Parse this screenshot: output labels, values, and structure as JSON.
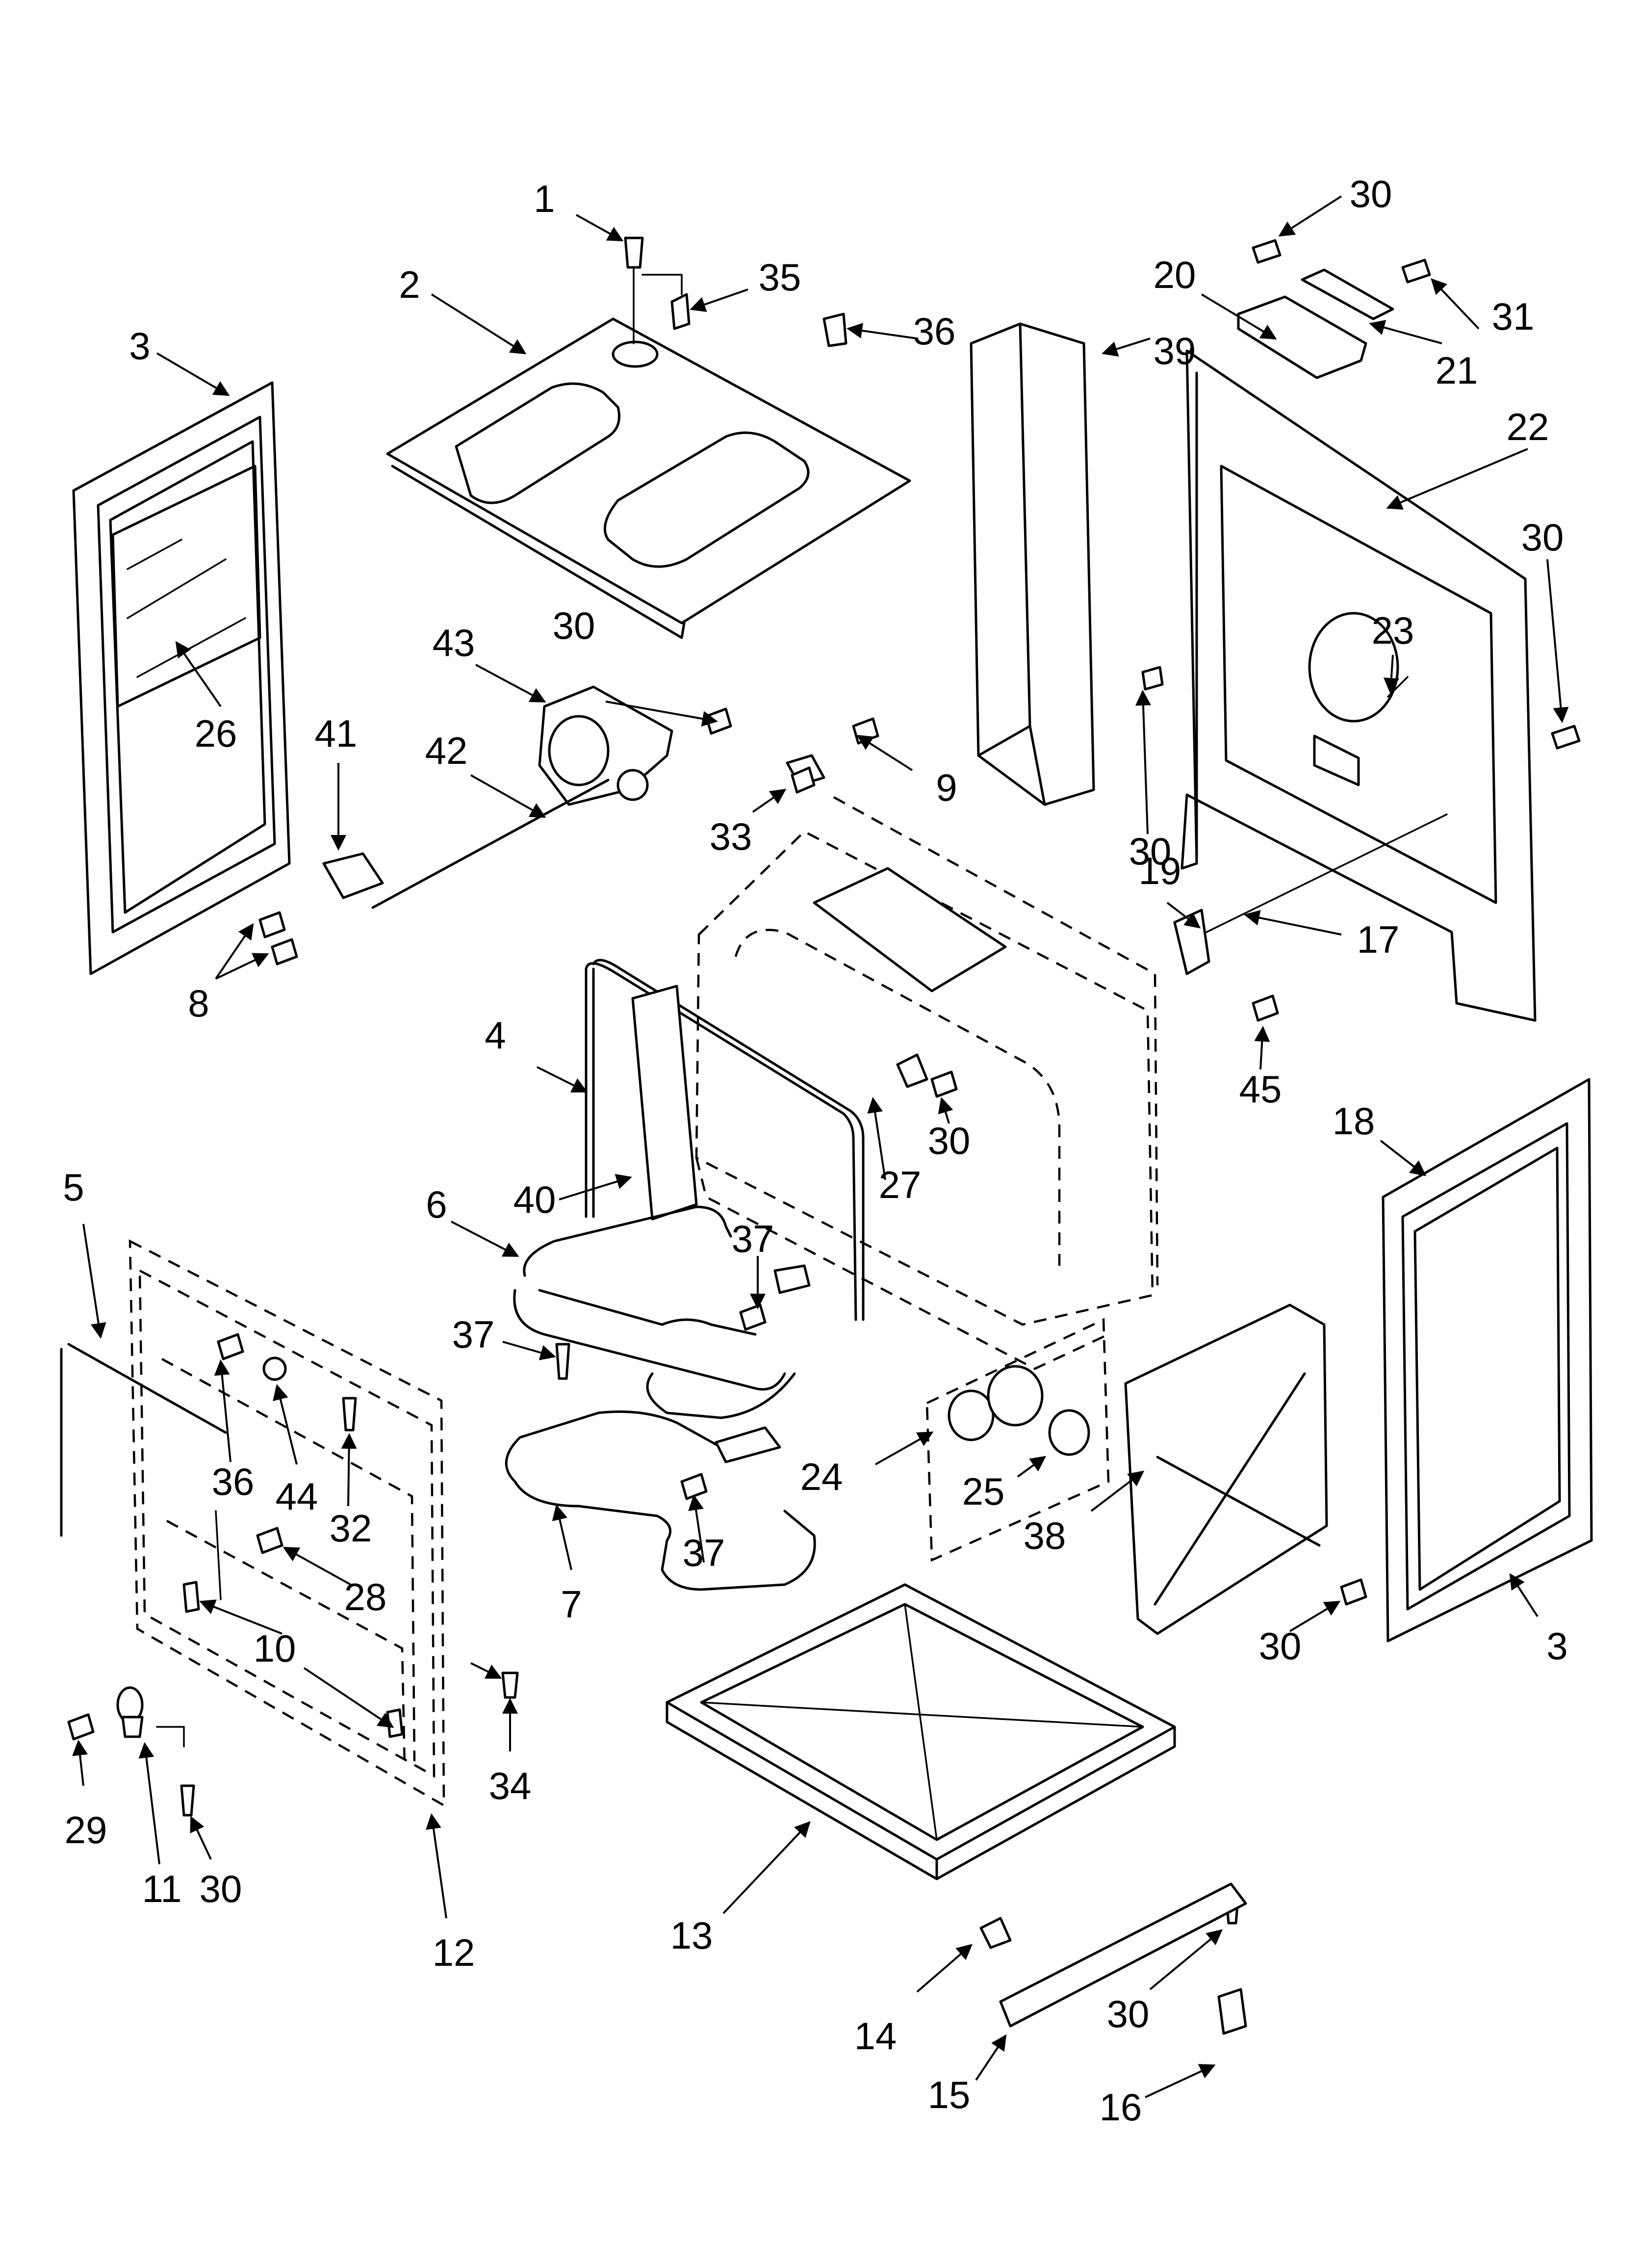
{
  "callouts": [
    "1",
    "2",
    "3",
    "26",
    "35",
    "36",
    "39",
    "30",
    "20",
    "31",
    "21",
    "22",
    "23",
    "43",
    "42",
    "41",
    "8",
    "9",
    "33",
    "17",
    "19",
    "45",
    "4",
    "40",
    "27",
    "18",
    "5",
    "6",
    "37",
    "36",
    "44",
    "32",
    "28",
    "10",
    "24",
    "25",
    "38",
    "7",
    "29",
    "11",
    "12",
    "34",
    "13",
    "14",
    "15",
    "16"
  ]
}
